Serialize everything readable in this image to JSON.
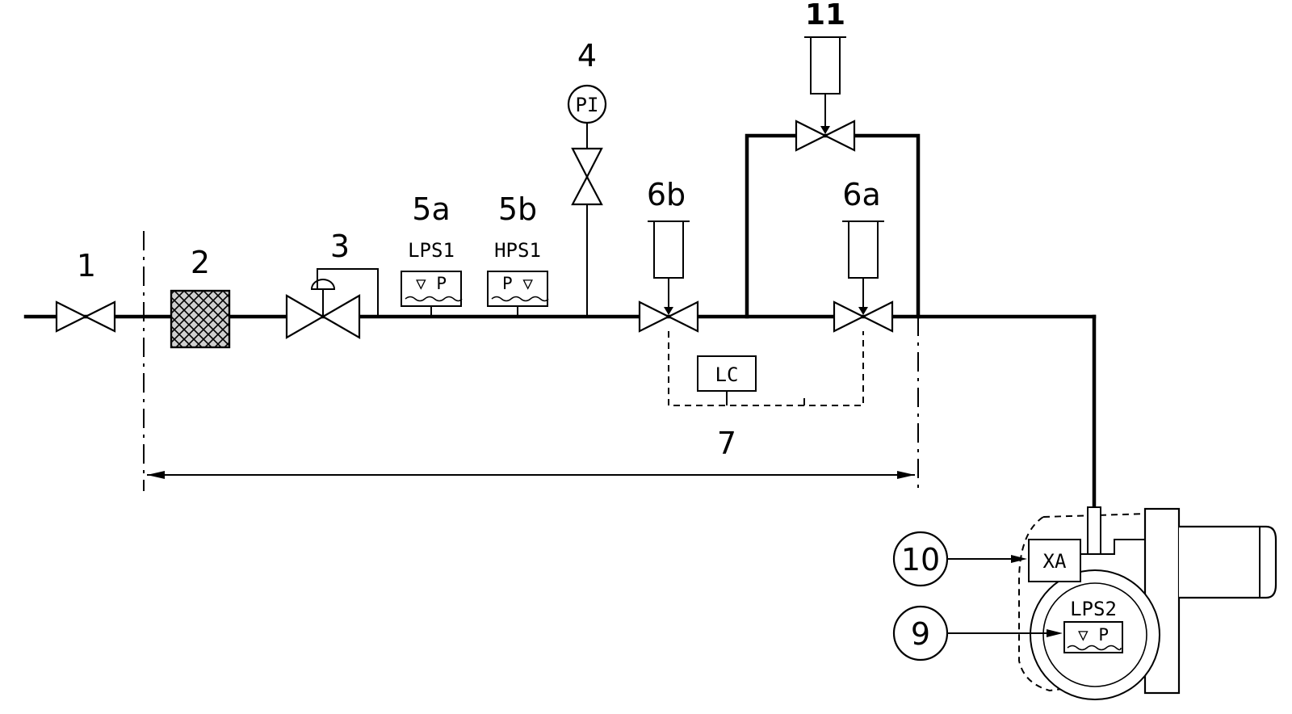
{
  "labels": {
    "n1": "1",
    "n2": "2",
    "n3": "3",
    "n4": "4",
    "n5a": "5a",
    "n5b": "5b",
    "n6a": "6a",
    "n6b": "6b",
    "n7": "7",
    "n9": "9",
    "n10": "10",
    "n11": "11"
  },
  "tags": {
    "pi": "PI",
    "lps1": "LPS1",
    "hps1": "HPS1",
    "lps1_symbol": "▽ P",
    "hps1_symbol": "P ▽",
    "lc": "LC",
    "xa": "XA",
    "lps2": "LPS2",
    "lps2_symbol": "▽ P"
  }
}
